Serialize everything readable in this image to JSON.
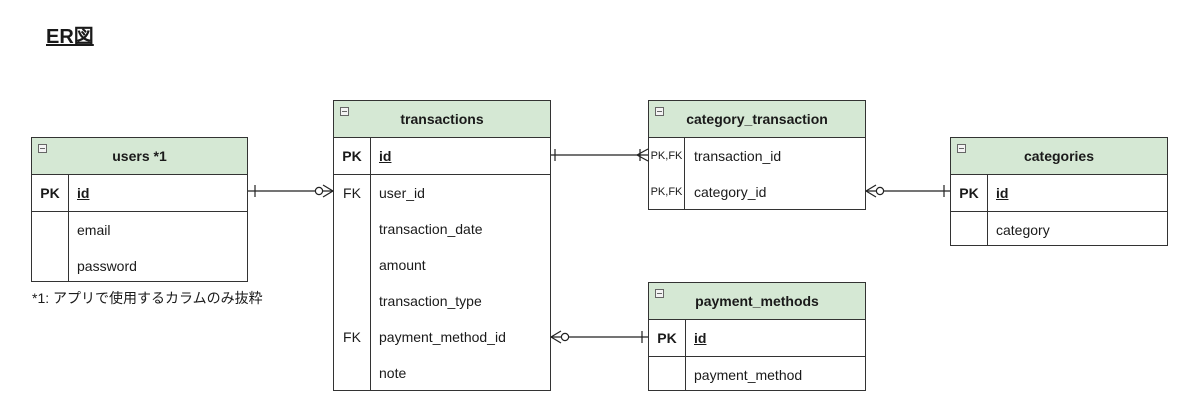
{
  "page": {
    "title": "ER図",
    "footnote": "*1: アプリで使用するカラムのみ抜粋"
  },
  "entities": {
    "users": {
      "name": "users *1",
      "rows": [
        {
          "key": "PK",
          "field": "id"
        },
        {
          "key": "",
          "field": "email"
        },
        {
          "key": "",
          "field": "password"
        }
      ]
    },
    "transactions": {
      "name": "transactions",
      "rows": [
        {
          "key": "PK",
          "field": "id"
        },
        {
          "key": "FK",
          "field": "user_id"
        },
        {
          "key": "",
          "field": "transaction_date"
        },
        {
          "key": "",
          "field": "amount"
        },
        {
          "key": "",
          "field": "transaction_type"
        },
        {
          "key": "FK",
          "field": "payment_method_id"
        },
        {
          "key": "",
          "field": "note"
        }
      ]
    },
    "category_transaction": {
      "name": "category_transaction",
      "rows": [
        {
          "key": "PK,FK",
          "field": "transaction_id"
        },
        {
          "key": "PK,FK",
          "field": "category_id"
        }
      ]
    },
    "categories": {
      "name": "categories",
      "rows": [
        {
          "key": "PK",
          "field": "id"
        },
        {
          "key": "",
          "field": "category"
        }
      ]
    },
    "payment_methods": {
      "name": "payment_methods",
      "rows": [
        {
          "key": "PK",
          "field": "id"
        },
        {
          "key": "",
          "field": "payment_method"
        }
      ]
    }
  }
}
